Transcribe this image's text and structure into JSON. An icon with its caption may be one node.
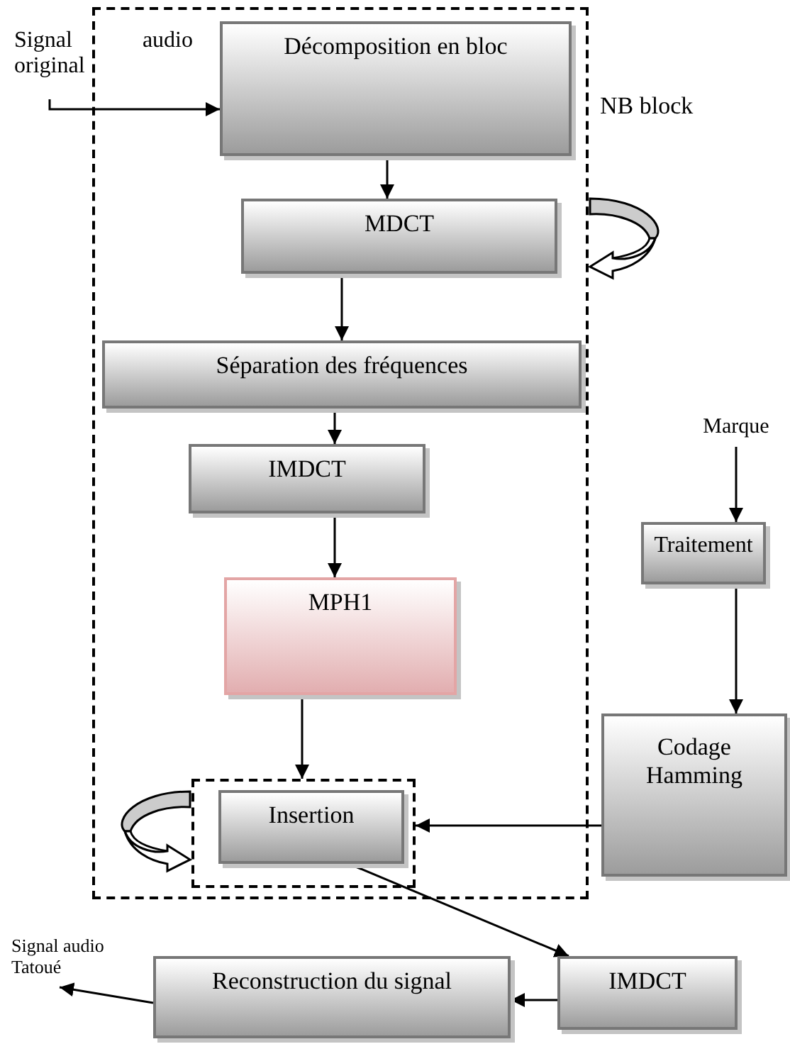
{
  "diagram": {
    "nodes": [
      {
        "text": [],
        "shape": "box",
        "beside": [
          "NB block"
        ]
      },
      {
        "text": [
          "Signal audio original"
        ]
      },
      {
        "text": [
          "Décomposition en bloc"
        ],
        "in": 0
      },
      {
        "text": [
          "MDCT"
        ],
        "in": 0
      },
      {
        "text": [
          "Séparation des fréquences"
        ],
        "in": 0
      },
      {
        "text": [
          "IMDCT"
        ],
        "in": 0
      },
      {
        "text": [
          "MPH1"
        ],
        "in": 0
      },
      {
        "text": [],
        "shape": "box",
        "in": 0
      },
      {
        "text": [
          "Insertion"
        ],
        "in": 7
      },
      {
        "text": [
          "Marque"
        ]
      },
      {
        "text": [
          "Traitement"
        ]
      },
      {
        "text": [
          "Codage Hamming"
        ]
      },
      {
        "text": [
          "IMDCT"
        ]
      },
      {
        "text": [
          "Reconstruction du signal"
        ]
      },
      {
        "text": [
          "Signal audio Tatoué"
        ]
      }
    ],
    "edges": [
      {
        "from": 1,
        "to": 2,
        "arrow": "to"
      },
      {
        "from": 2,
        "to": 3,
        "arrow": "to"
      },
      {
        "from": 3,
        "to": 4,
        "arrow": "to"
      },
      {
        "from": 4,
        "to": 5,
        "arrow": "to"
      },
      {
        "from": 5,
        "to": 6,
        "arrow": "to"
      },
      {
        "from": 6,
        "to": 7,
        "arrow": "to"
      },
      {
        "from": 9,
        "to": 10,
        "arrow": "to"
      },
      {
        "from": 10,
        "to": 11,
        "arrow": "to"
      },
      {
        "from": 11,
        "to": 7,
        "arrow": "to"
      },
      {
        "from": 8,
        "to": 12,
        "arrow": "to"
      },
      {
        "from": 12,
        "to": 13,
        "arrow": "to"
      },
      {
        "from": 13,
        "to": 14,
        "arrow": "to"
      }
    ]
  }
}
